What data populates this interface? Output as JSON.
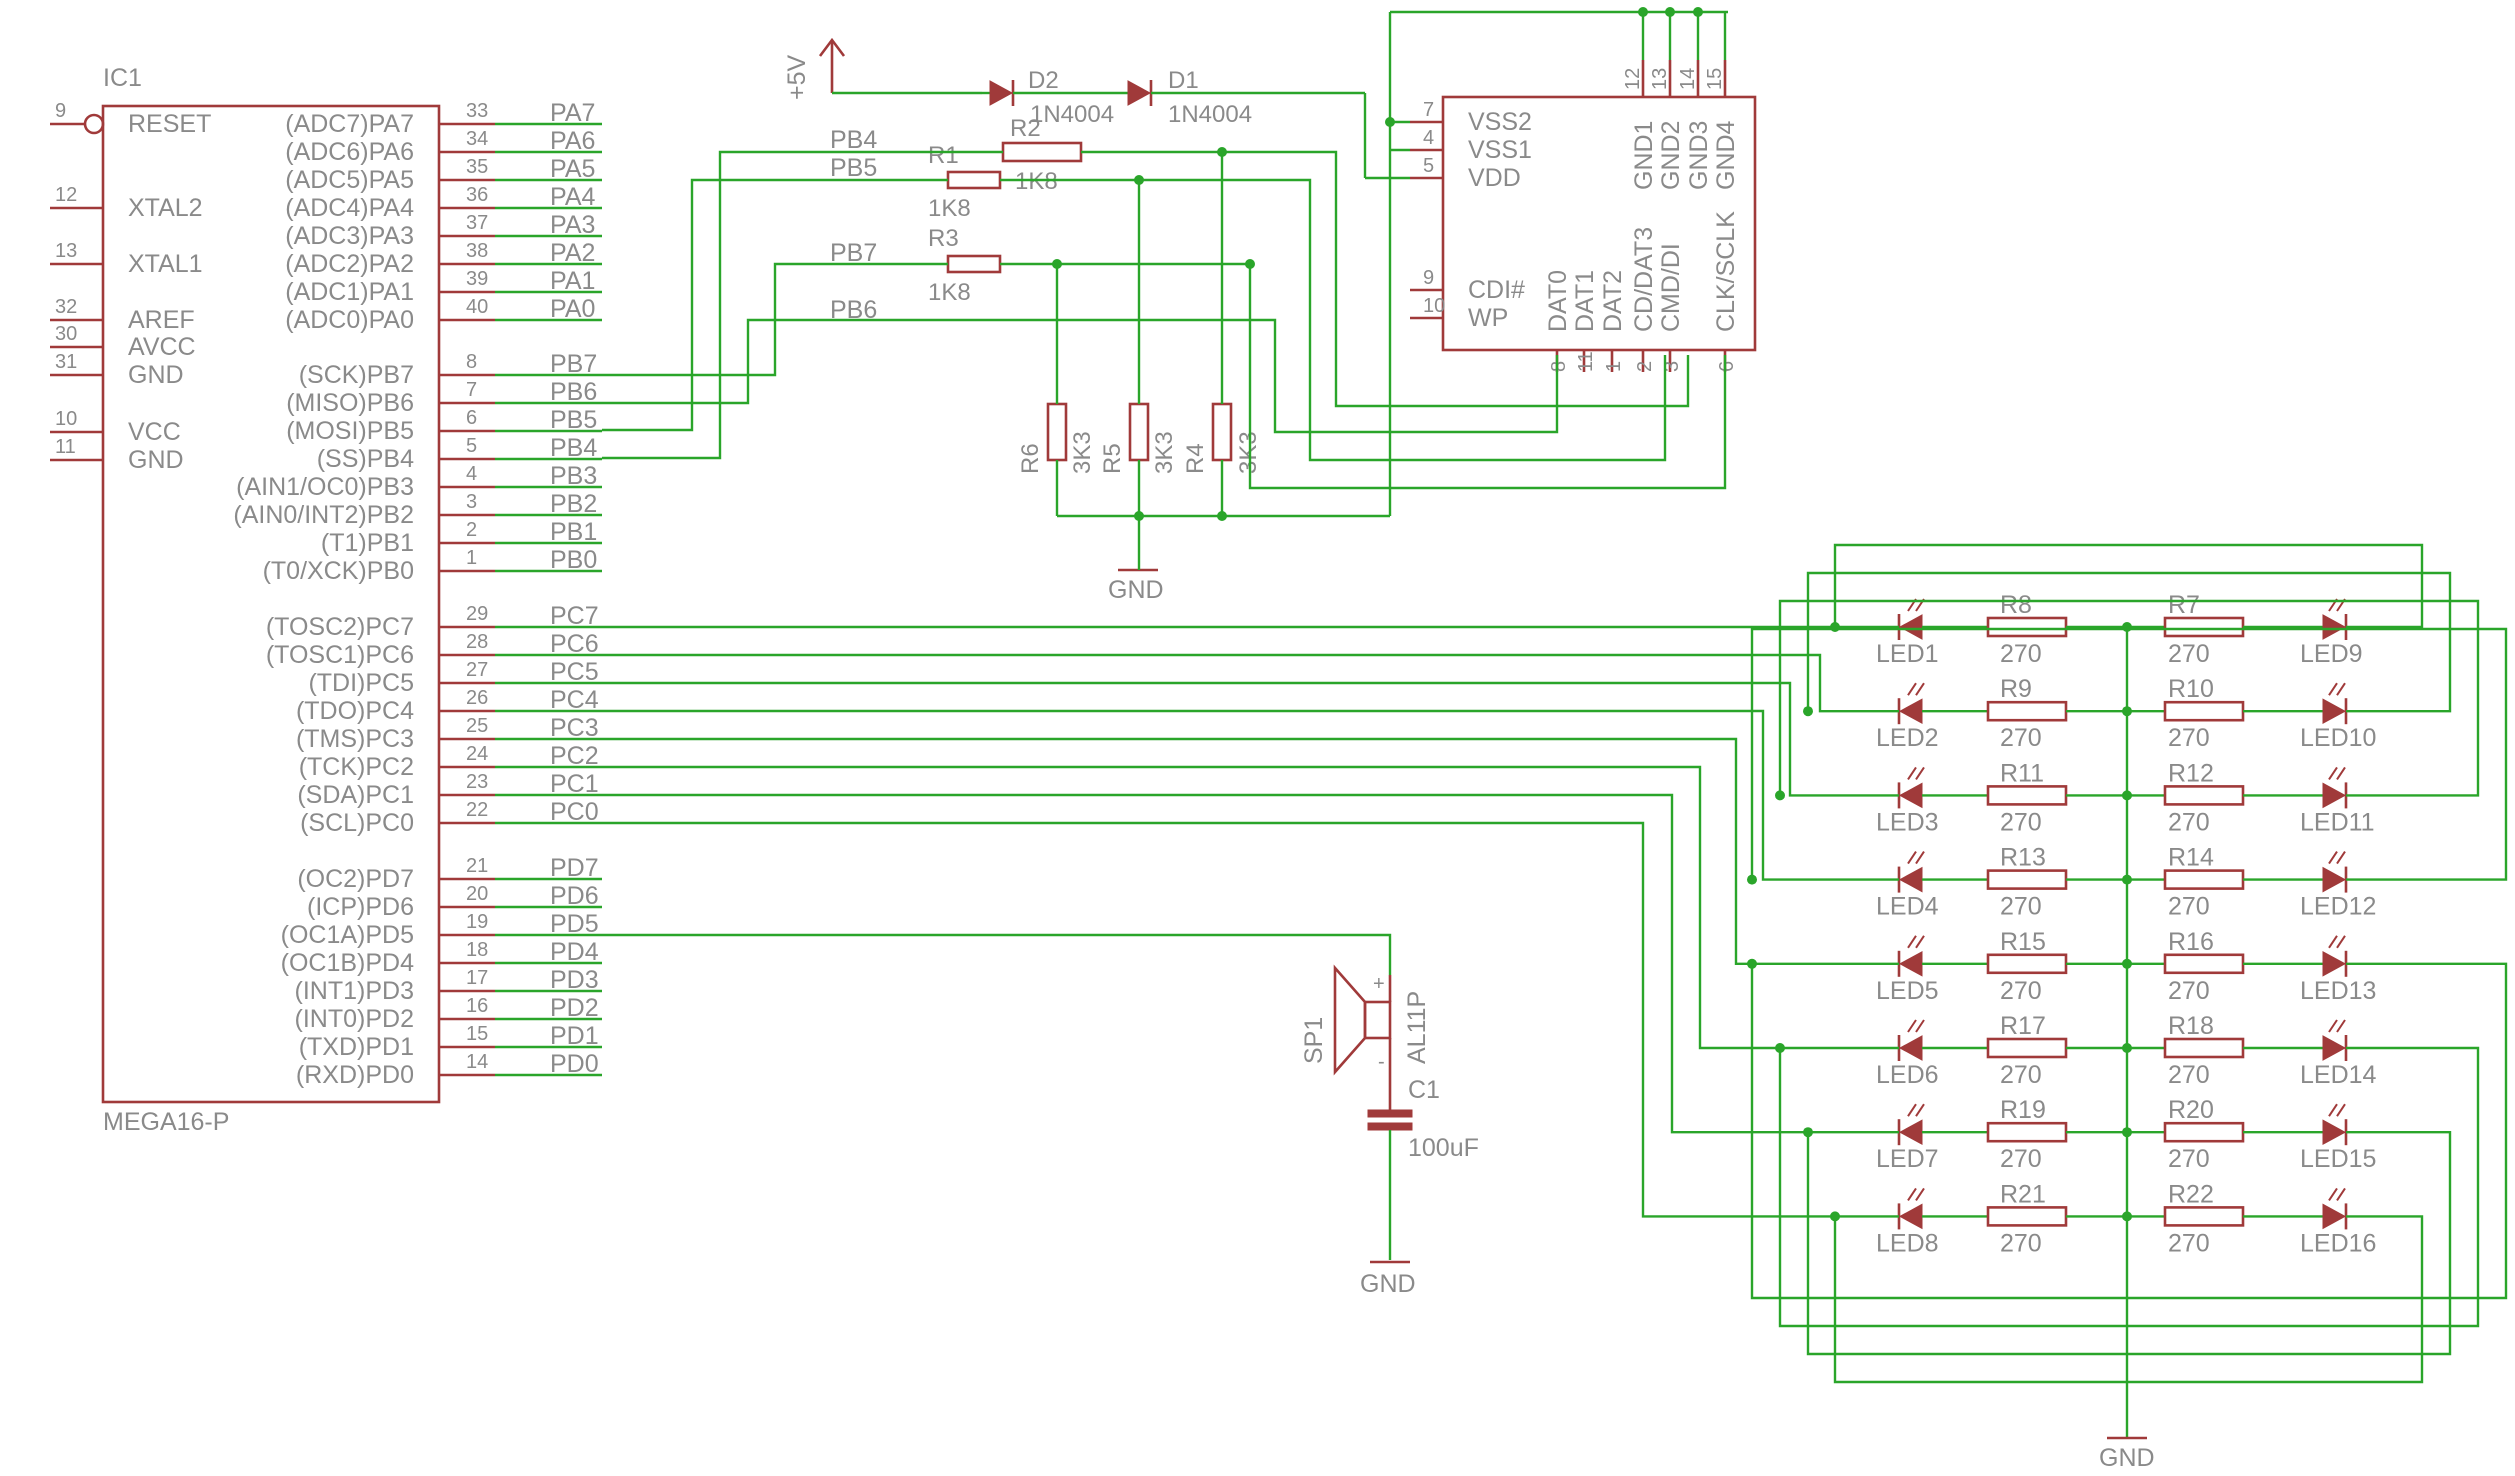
{
  "ic1": {
    "name": "IC1",
    "value": "MEGA16-P",
    "left_pins": [
      {
        "num": "9",
        "name": "RESET"
      },
      {
        "num": "12",
        "name": "XTAL2"
      },
      {
        "num": "13",
        "name": "XTAL1"
      },
      {
        "num": "32",
        "name": "AREF"
      },
      {
        "num": "30",
        "name": "AVCC"
      },
      {
        "num": "31",
        "name": "GND"
      },
      {
        "num": "10",
        "name": "VCC"
      },
      {
        "num": "11",
        "name": "GND"
      }
    ],
    "right_pins": [
      {
        "num": "33",
        "func": "(ADC7)PA7",
        "net": "PA7"
      },
      {
        "num": "34",
        "func": "(ADC6)PA6",
        "net": "PA6"
      },
      {
        "num": "35",
        "func": "(ADC5)PA5",
        "net": "PA5"
      },
      {
        "num": "36",
        "func": "(ADC4)PA4",
        "net": "PA4"
      },
      {
        "num": "37",
        "func": "(ADC3)PA3",
        "net": "PA3"
      },
      {
        "num": "38",
        "func": "(ADC2)PA2",
        "net": "PA2"
      },
      {
        "num": "39",
        "func": "(ADC1)PA1",
        "net": "PA1"
      },
      {
        "num": "40",
        "func": "(ADC0)PA0",
        "net": "PA0"
      },
      {
        "num": "8",
        "func": "(SCK)PB7",
        "net": "PB7"
      },
      {
        "num": "7",
        "func": "(MISO)PB6",
        "net": "PB6"
      },
      {
        "num": "6",
        "func": "(MOSI)PB5",
        "net": "PB5"
      },
      {
        "num": "5",
        "func": "(SS)PB4",
        "net": "PB4"
      },
      {
        "num": "4",
        "func": "(AIN1/OC0)PB3",
        "net": "PB3"
      },
      {
        "num": "3",
        "func": "(AIN0/INT2)PB2",
        "net": "PB2"
      },
      {
        "num": "2",
        "func": "(T1)PB1",
        "net": "PB1"
      },
      {
        "num": "1",
        "func": "(T0/XCK)PB0",
        "net": "PB0"
      },
      {
        "num": "29",
        "func": "(TOSC2)PC7",
        "net": "PC7"
      },
      {
        "num": "28",
        "func": "(TOSC1)PC6",
        "net": "PC6"
      },
      {
        "num": "27",
        "func": "(TDI)PC5",
        "net": "PC5"
      },
      {
        "num": "26",
        "func": "(TDO)PC4",
        "net": "PC4"
      },
      {
        "num": "25",
        "func": "(TMS)PC3",
        "net": "PC3"
      },
      {
        "num": "24",
        "func": "(TCK)PC2",
        "net": "PC2"
      },
      {
        "num": "23",
        "func": "(SDA)PC1",
        "net": "PC1"
      },
      {
        "num": "22",
        "func": "(SCL)PC0",
        "net": "PC0"
      },
      {
        "num": "21",
        "func": "(OC2)PD7",
        "net": "PD7"
      },
      {
        "num": "20",
        "func": "(ICP)PD6",
        "net": "PD6"
      },
      {
        "num": "19",
        "func": "(OC1A)PD5",
        "net": "PD5"
      },
      {
        "num": "18",
        "func": "(OC1B)PD4",
        "net": "PD4"
      },
      {
        "num": "17",
        "func": "(INT1)PD3",
        "net": "PD3"
      },
      {
        "num": "16",
        "func": "(INT0)PD2",
        "net": "PD2"
      },
      {
        "num": "15",
        "func": "(TXD)PD1",
        "net": "PD1"
      },
      {
        "num": "14",
        "func": "(RXD)PD0",
        "net": "PD0"
      }
    ]
  },
  "sd": {
    "left_pins": [
      {
        "num": "7",
        "name": "VSS2"
      },
      {
        "num": "4",
        "name": "VSS1"
      },
      {
        "num": "5",
        "name": "VDD"
      },
      {
        "num": "9",
        "name": "CDI#"
      },
      {
        "num": "10",
        "name": "WP"
      }
    ],
    "top_pins": [
      {
        "num": "12",
        "name": "GND1"
      },
      {
        "num": "13",
        "name": "GND2"
      },
      {
        "num": "14",
        "name": "GND3"
      },
      {
        "num": "15",
        "name": "GND4"
      }
    ],
    "bottom_pins": [
      {
        "num": "8",
        "name": "DAT0"
      },
      {
        "num": "11",
        "name": "DAT1"
      },
      {
        "num": "1",
        "name": "DAT2"
      },
      {
        "num": "2",
        "name": "CD/DAT3"
      },
      {
        "num": "3",
        "name": "CMD/DI"
      },
      {
        "num": "6",
        "name": "CLK/SCLK"
      }
    ]
  },
  "power": {
    "supply": "+5V",
    "gnd": "GND"
  },
  "diodes": [
    {
      "name": "D2",
      "value": "1N4004"
    },
    {
      "name": "D1",
      "value": "1N4004"
    }
  ],
  "series_resistors": [
    {
      "name": "R2",
      "value": "1K8",
      "net": "PB4"
    },
    {
      "name": "R1",
      "value": "1K8",
      "net": "PB5"
    },
    {
      "name": "R3",
      "value": "1K8",
      "net": "PB7"
    }
  ],
  "pulldowns": [
    {
      "name": "R6",
      "value": "3K3"
    },
    {
      "name": "R5",
      "value": "3K3"
    },
    {
      "name": "R4",
      "value": "3K3"
    }
  ],
  "wire_labels": [
    "PB4",
    "PB5",
    "PB7",
    "PB6"
  ],
  "speaker": {
    "name": "SP1",
    "value": "AL11P",
    "plus": "+",
    "minus": "-"
  },
  "capacitor": {
    "name": "C1",
    "value": "100uF"
  },
  "led_matrix": {
    "resistor_value": "270",
    "rows": [
      {
        "left_led": "LED1",
        "left_res": "R8",
        "right_res": "R7",
        "right_led": "LED9"
      },
      {
        "left_led": "LED2",
        "left_res": "R9",
        "right_res": "R10",
        "right_led": "LED10"
      },
      {
        "left_led": "LED3",
        "left_res": "R11",
        "right_res": "R12",
        "right_led": "LED11"
      },
      {
        "left_led": "LED4",
        "left_res": "R13",
        "right_res": "R14",
        "right_led": "LED12"
      },
      {
        "left_led": "LED5",
        "left_res": "R15",
        "right_res": "R16",
        "right_led": "LED13"
      },
      {
        "left_led": "LED6",
        "left_res": "R17",
        "right_res": "R18",
        "right_led": "LED14"
      },
      {
        "left_led": "LED7",
        "left_res": "R19",
        "right_res": "R20",
        "right_led": "LED15"
      },
      {
        "left_led": "LED8",
        "left_res": "R21",
        "right_res": "R22",
        "right_led": "LED16"
      }
    ]
  },
  "colors": {
    "wire": "#2aa52a",
    "part": "#a03a3a",
    "text": "#8a8a8a",
    "background": "#ffffff"
  }
}
